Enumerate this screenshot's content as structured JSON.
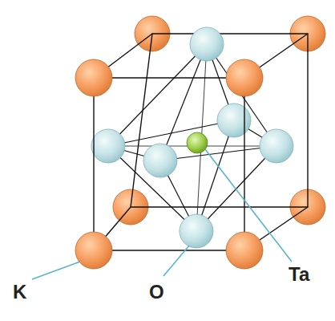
{
  "diagram": {
    "labels": [
      "K",
      "O",
      "Ta"
    ]
  }
}
